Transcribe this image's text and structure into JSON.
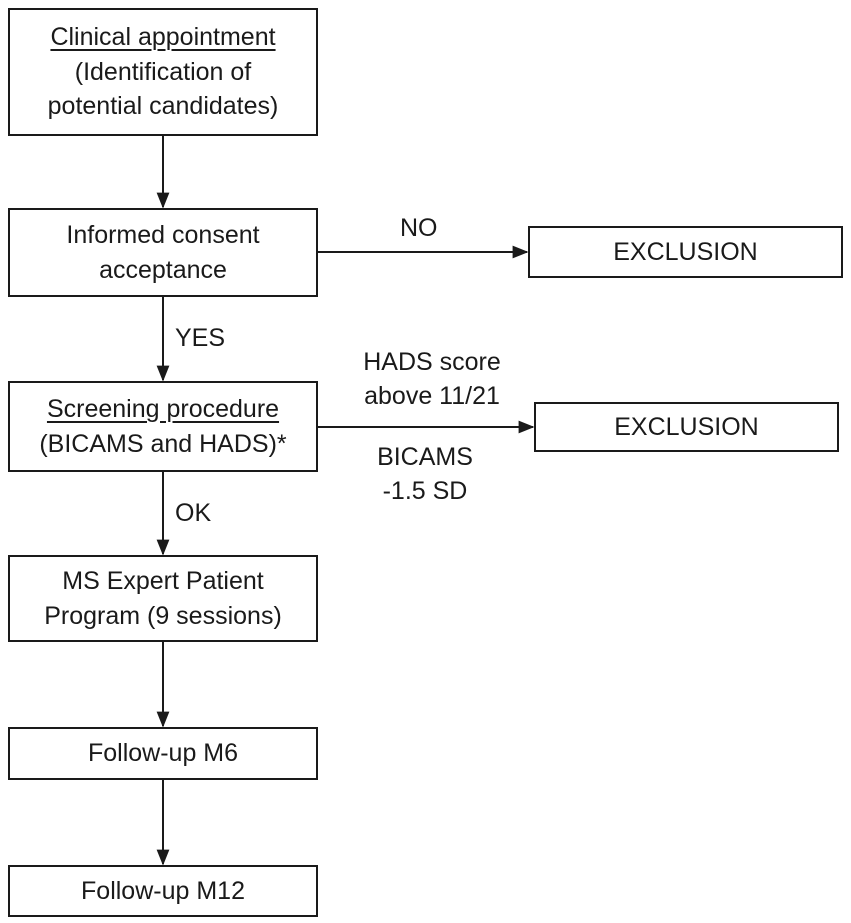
{
  "nodes": {
    "clinical": {
      "title": "Clinical appointment",
      "line1": "(Identification of",
      "line2": "potential candidates)"
    },
    "consent": {
      "line1": "Informed consent",
      "line2": "acceptance"
    },
    "exclusion1": {
      "label": "EXCLUSION"
    },
    "screening": {
      "title": "Screening procedure",
      "line2": "(BICAMS and HADS)*"
    },
    "exclusion2": {
      "label": "EXCLUSION"
    },
    "program": {
      "line1": "MS Expert Patient",
      "line2": "Program (9 sessions)"
    },
    "followup6": {
      "label": "Follow-up M6"
    },
    "followup12": {
      "label": "Follow-up M12"
    }
  },
  "edge_labels": {
    "no": "NO",
    "yes": "YES",
    "ok": "OK",
    "hads_line1": "HADS score",
    "hads_line2": "above 11/21",
    "bicams_line1": "BICAMS",
    "bicams_line2": "-1.5 SD"
  }
}
